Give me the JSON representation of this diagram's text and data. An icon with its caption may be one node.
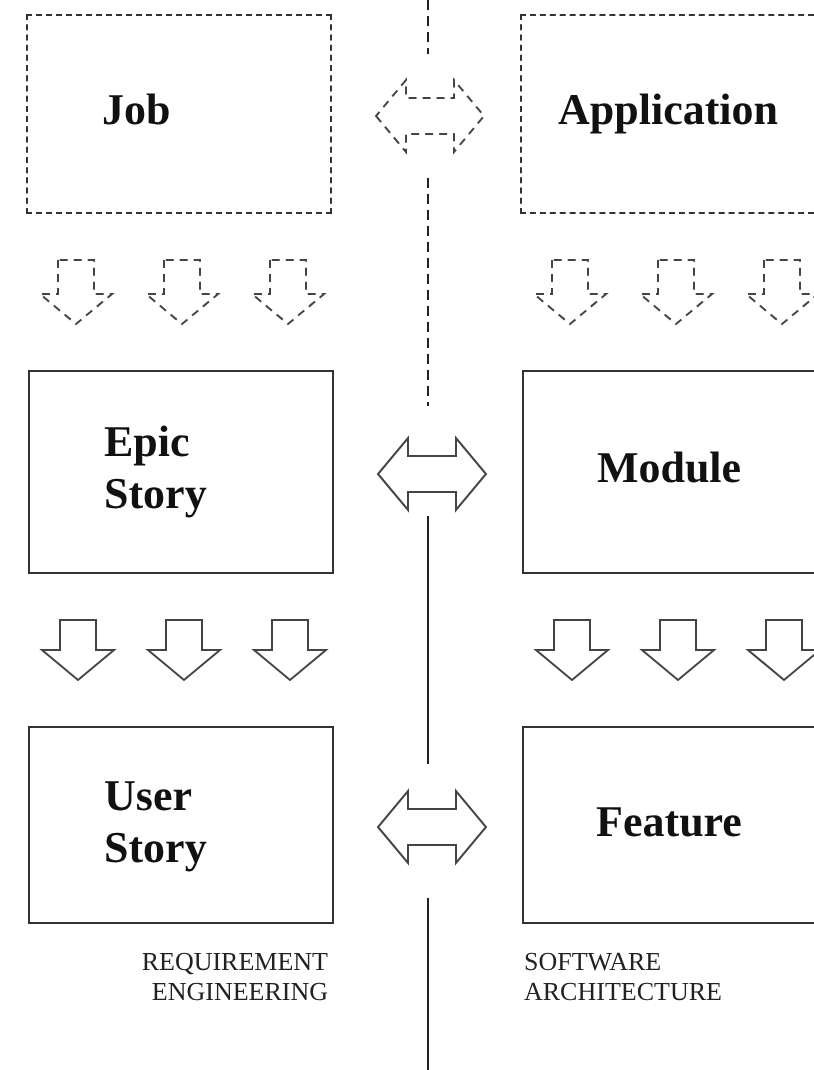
{
  "diagram": {
    "nodes": [
      {
        "text": [
          "Job"
        ]
      },
      {
        "text": [
          "Application"
        ]
      },
      {
        "text": [
          "Epic Story"
        ]
      },
      {
        "text": [
          "Module"
        ]
      },
      {
        "text": [
          "User Story"
        ]
      },
      {
        "text": [
          "Feature"
        ]
      }
    ],
    "edges": [
      {
        "from": 0,
        "to": 1,
        "arrow": "both",
        "style": "dashed"
      },
      {
        "from": 0,
        "to": 2,
        "arrow": "to",
        "style": "dashed"
      },
      {
        "from": 0,
        "to": 2,
        "arrow": "to",
        "style": "dashed"
      },
      {
        "from": 0,
        "to": 2,
        "arrow": "to",
        "style": "dashed"
      },
      {
        "from": 1,
        "to": 3,
        "arrow": "to",
        "style": "dashed"
      },
      {
        "from": 1,
        "to": 3,
        "arrow": "to",
        "style": "dashed"
      },
      {
        "from": 1,
        "to": 3,
        "arrow": "to",
        "style": "dashed"
      },
      {
        "from": 2,
        "to": 3,
        "arrow": "both"
      },
      {
        "from": 2,
        "to": 4,
        "arrow": "to"
      },
      {
        "from": 2,
        "to": 4,
        "arrow": "to"
      },
      {
        "from": 2,
        "to": 4,
        "arrow": "to"
      },
      {
        "from": 3,
        "to": 5,
        "arrow": "to"
      },
      {
        "from": 3,
        "to": 5,
        "arrow": "to"
      },
      {
        "from": 3,
        "to": 5,
        "arrow": "to"
      },
      {
        "from": 4,
        "to": 5,
        "arrow": "both"
      }
    ],
    "labels": [
      "REQUIREMENT ENGINEERING",
      "SOFTWARE ARCHITECTURE"
    ]
  }
}
